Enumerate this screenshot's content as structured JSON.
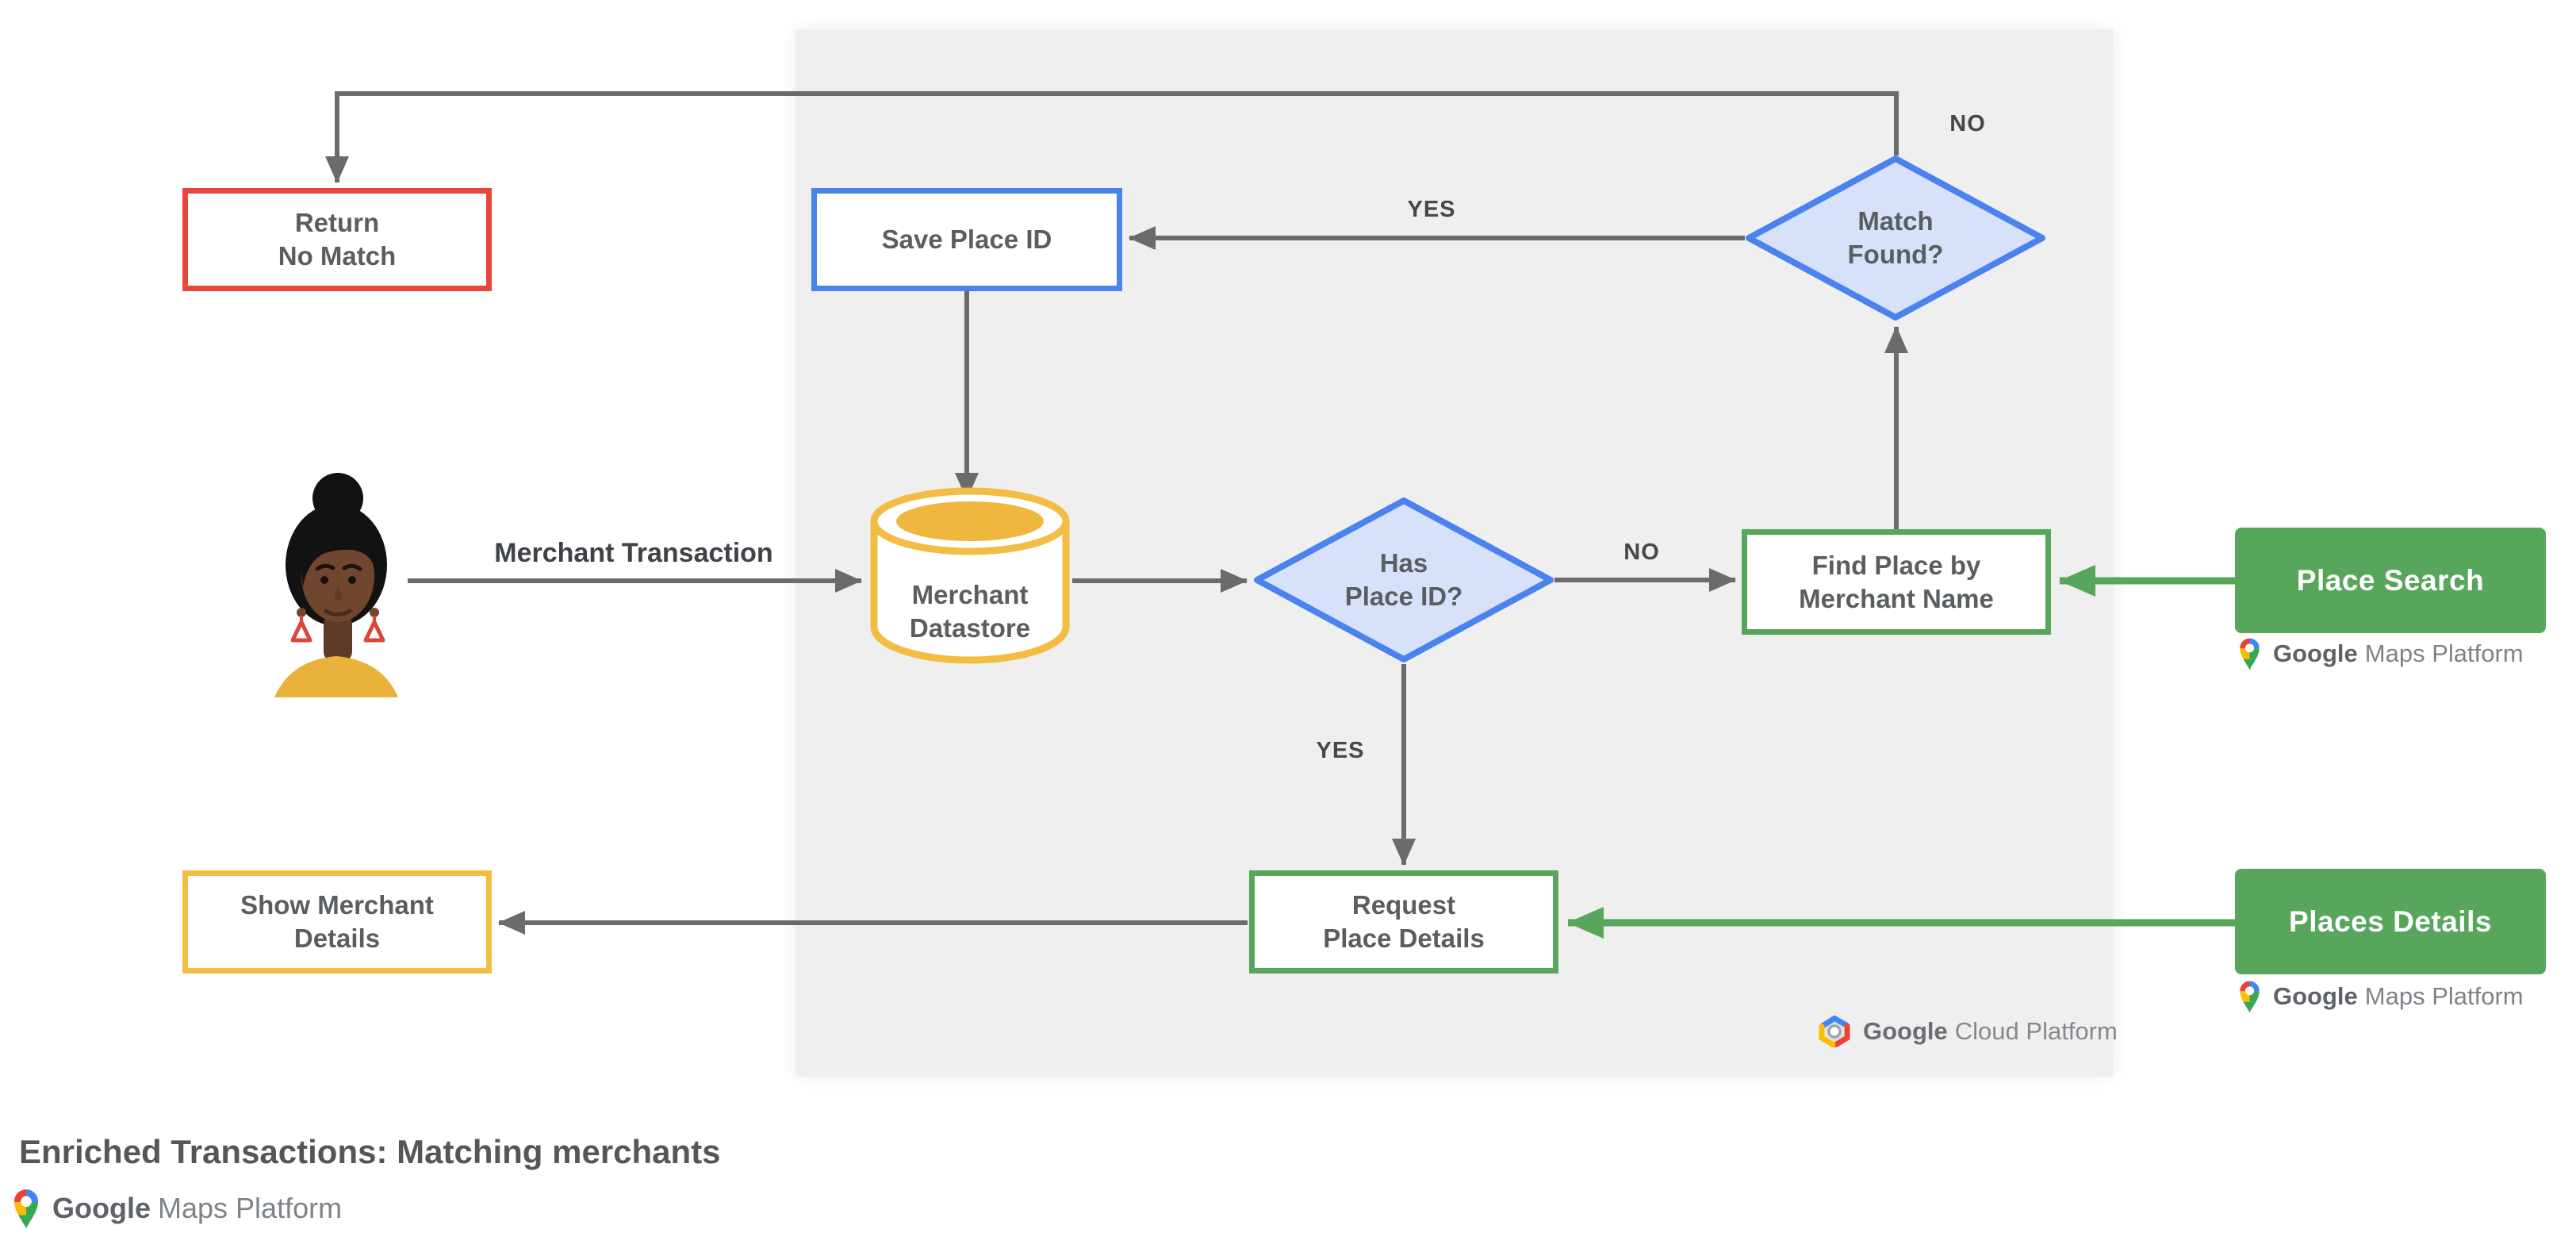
{
  "page": {
    "title": "Enriched Transactions: Matching merchants"
  },
  "nodes": {
    "return_no_match": {
      "label": "Return\nNo Match",
      "border_color": "#E8453C"
    },
    "save_place_id": {
      "label": "Save Place ID",
      "border_color": "#4A83EE"
    },
    "merchant_datastore": {
      "label": "Merchant\nDatastore",
      "border_color": "#F3BC42"
    },
    "has_place_id": {
      "label": "Has\nPlace ID?",
      "border_color": "#4A83EE",
      "fill_color": "#D7E2FA"
    },
    "match_found": {
      "label": "Match\nFound?",
      "border_color": "#4A83EE",
      "fill_color": "#D7E2FA"
    },
    "find_place_by_merchant_name": {
      "label": "Find Place by\nMerchant Name",
      "border_color": "#58A55C"
    },
    "request_place_details": {
      "label": "Request\nPlace Details",
      "border_color": "#58A55C"
    },
    "show_merchant_details": {
      "label": "Show Merchant\nDetails",
      "border_color": "#F3BC42"
    },
    "place_search": {
      "label": "Place Search",
      "fill_color": "#58A55C"
    },
    "places_details": {
      "label": "Places Details",
      "fill_color": "#58A55C"
    }
  },
  "edge_labels": {
    "merchant_transaction": "Merchant Transaction",
    "yes_save": "YES",
    "no_return": "NO",
    "no_find": "NO",
    "yes_request": "YES"
  },
  "brand": {
    "google_maps_platform": {
      "brand": "Google",
      "product": "Maps Platform"
    },
    "google_cloud_platform": {
      "brand": "Google",
      "product": "Cloud Platform"
    }
  },
  "colors": {
    "red": "#E8453C",
    "blue": "#4A83EE",
    "blue_fill": "#D7E2FA",
    "yellow": "#F3BC42",
    "green": "#58A55C",
    "connector_gray": "#6B6B6B",
    "panel_background": "#EFEFEF",
    "node_text": "#5A5E61"
  }
}
